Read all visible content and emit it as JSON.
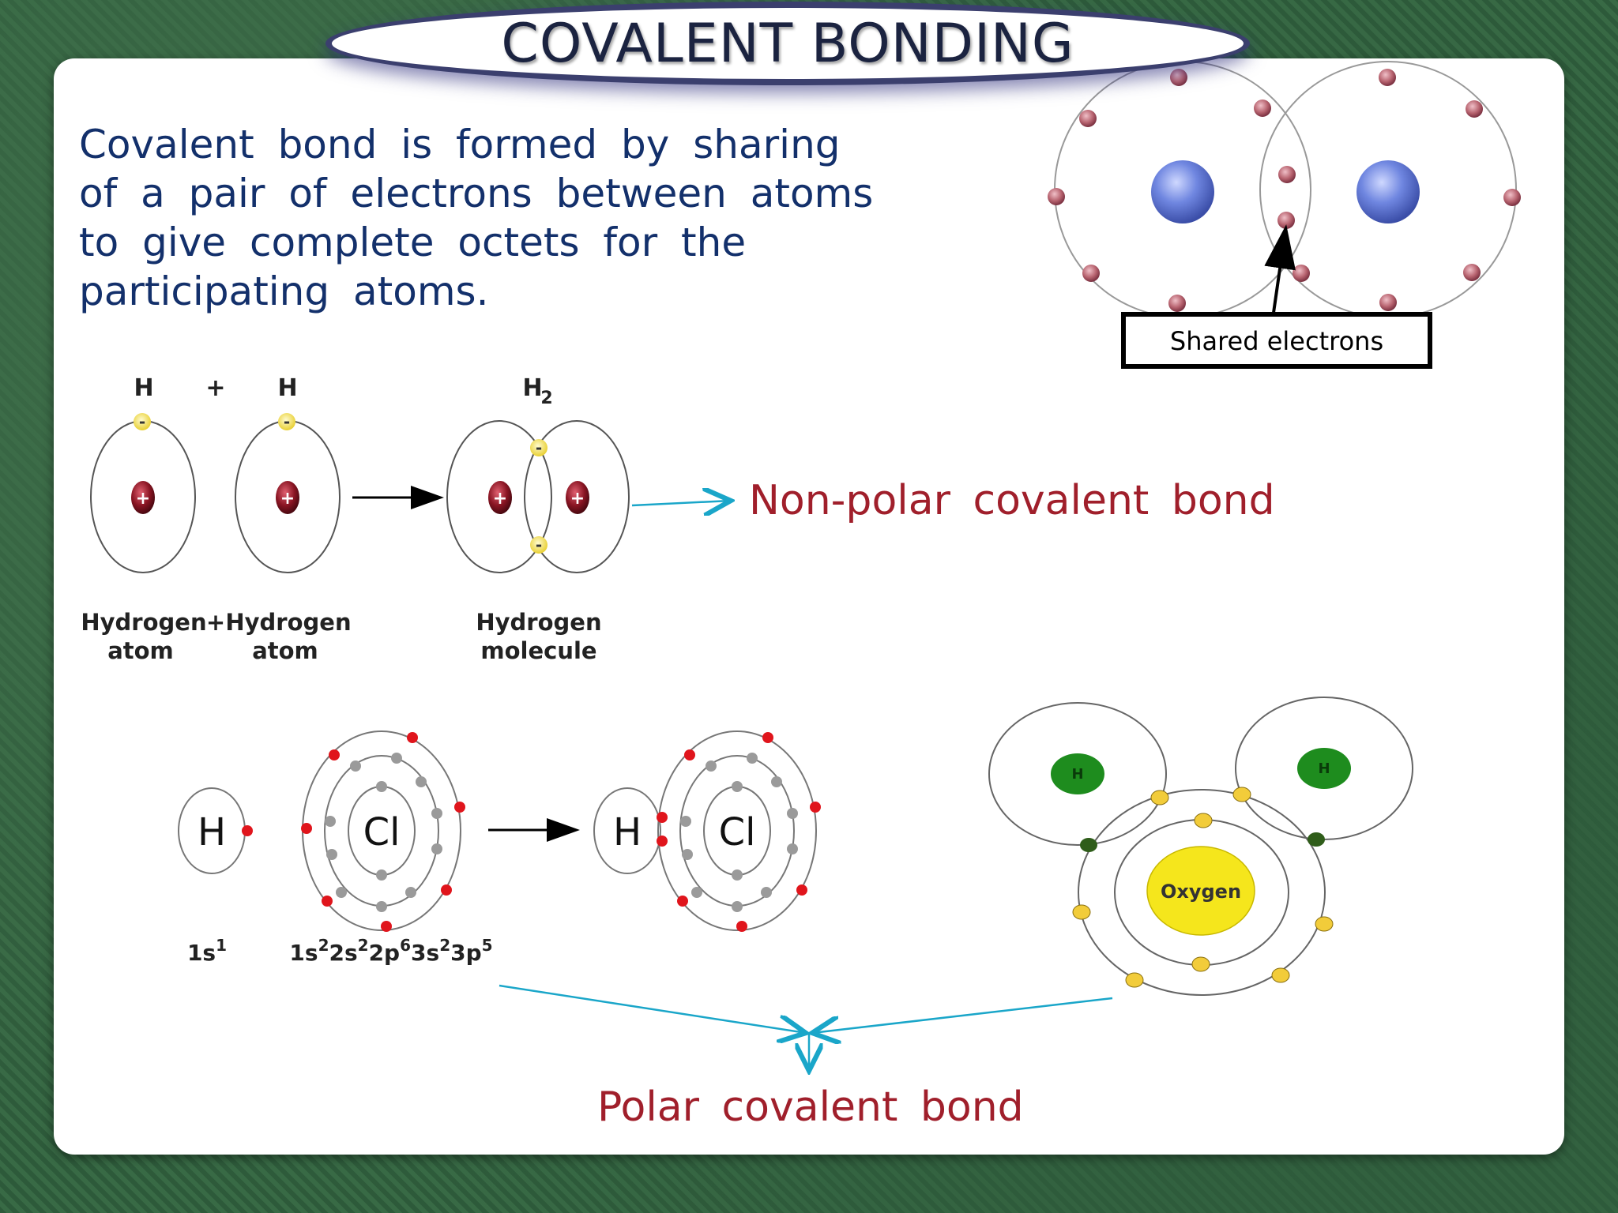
{
  "title": "COVALENT BONDING",
  "intro_text": "Covalent bond is formed by sharing\nof a pair of electrons between atoms\nto give complete octets for the\nparticipating atoms.",
  "shared_label": "Shared electrons",
  "h2_diagram": {
    "top_labels": [
      "H",
      "+",
      "H",
      "H",
      "2"
    ],
    "bottom_labels": {
      "atom1_line1": "Hydrogen",
      "atom1_line2": "atom",
      "plus": "+",
      "atom2_line1": "Hydrogen",
      "atom2_line2": "atom",
      "molecule_line1": "Hydrogen",
      "molecule_line2": "molecule"
    },
    "charge_neg": "-",
    "charge_pos": "+"
  },
  "nonpolar_label": "Non-polar covalent bond",
  "hcl_diagram": {
    "h": "H",
    "cl": "Cl",
    "h_config": "1s",
    "h_config_sup": "1",
    "cl_config_parts": [
      "1s",
      "2",
      "2s",
      "2",
      "2p",
      "6",
      "3s",
      "2",
      "3p",
      "5"
    ]
  },
  "water_diagram": {
    "h": "H",
    "oxygen": "Oxygen"
  },
  "polar_label": "Polar covalent bond",
  "colors": {
    "title_border": "#3b3f6e",
    "text_blue": "#13306b",
    "label_red": "#a01f2b",
    "arrow_cyan": "#1aa6c9",
    "electron_yellow": "#f2e14a",
    "nucleus_maroon": "#8a1523",
    "red_electron": "#e0151c",
    "grey_electron": "#9a9a9a",
    "green_h": "#1e8c1e",
    "oxygen_yellow": "#f5e61c",
    "o2_nucleus": "#6f86e0",
    "o2_electron": "#b86470"
  }
}
